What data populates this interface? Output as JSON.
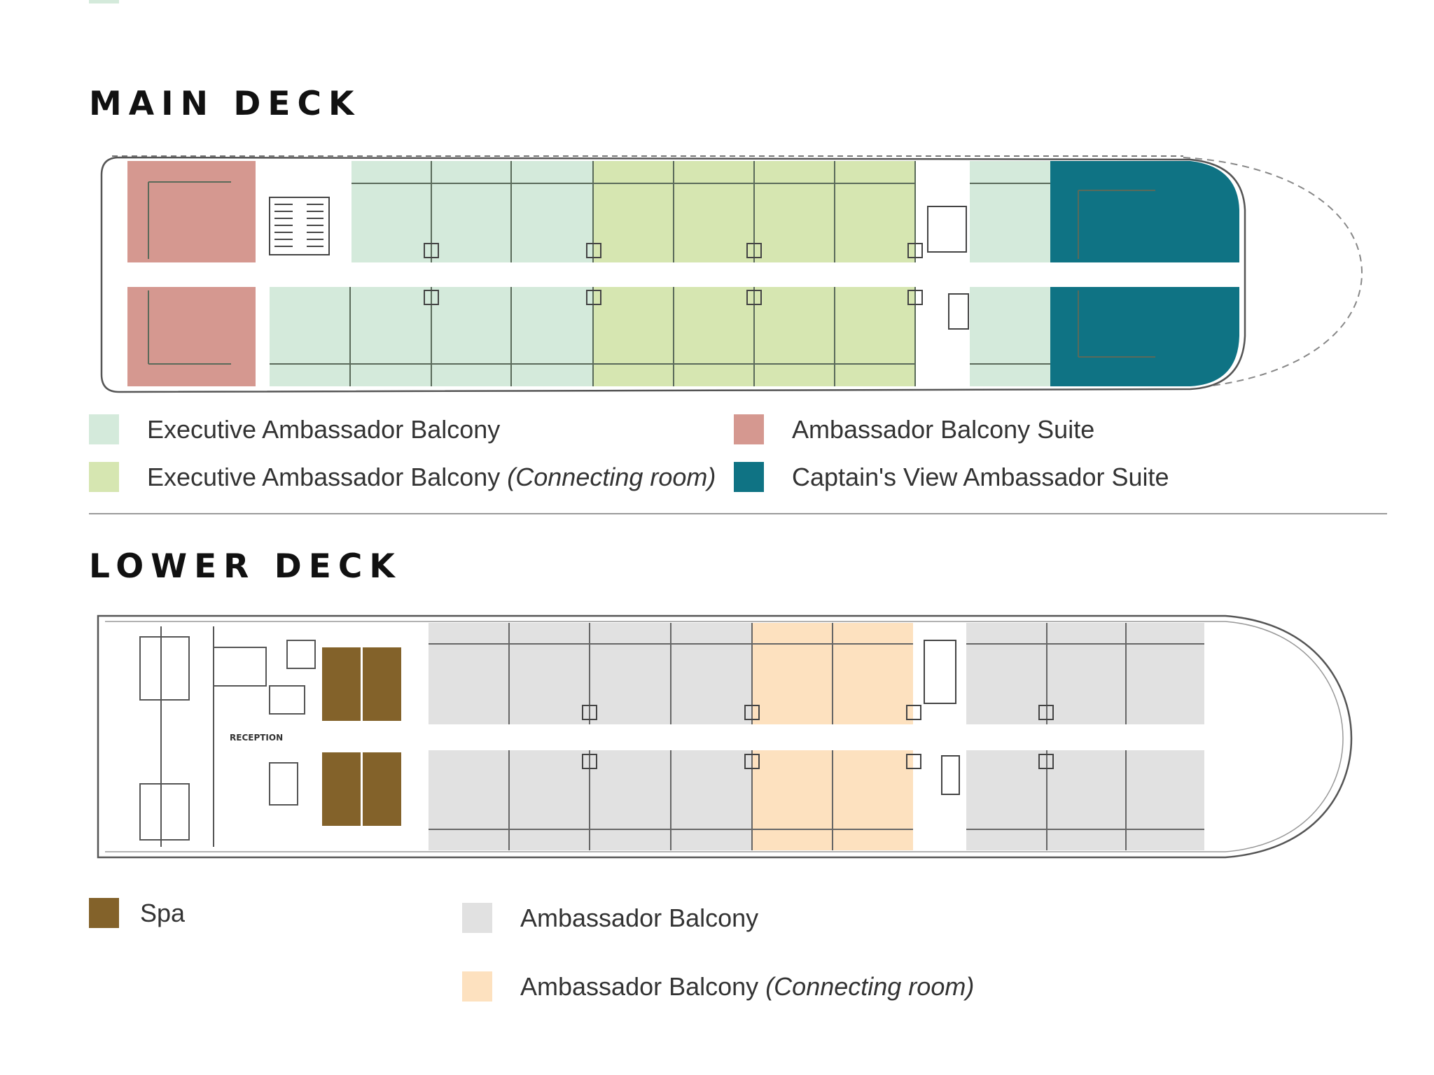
{
  "main_deck": {
    "title": "MAIN DECK",
    "legend": [
      {
        "label": "Executive Ambassador Balcony",
        "note": "",
        "color": "#d4eadb",
        "icon": "swatch-pale-green"
      },
      {
        "label": "Executive Ambassador Balcony",
        "note": "(Connecting room)",
        "color": "#d6e6b1",
        "icon": "swatch-lime-green"
      },
      {
        "label": "Ambassador Balcony Suite",
        "note": "",
        "color": "#d59890",
        "icon": "swatch-salmon"
      },
      {
        "label": "Captain's View Ambassador Suite",
        "note": "",
        "color": "#0f7384",
        "icon": "swatch-teal"
      }
    ]
  },
  "lower_deck": {
    "title": "LOWER DECK",
    "reception_label": "RECEPTION",
    "legend": [
      {
        "label": "Spa",
        "note": "",
        "color": "#83622a",
        "icon": "swatch-brown"
      },
      {
        "label": "Ambassador Balcony",
        "note": "",
        "color": "#e1e1e1",
        "icon": "swatch-gray"
      },
      {
        "label": "Ambassador Balcony",
        "note": "(Connecting room)",
        "color": "#fde1bf",
        "icon": "swatch-peach"
      }
    ]
  }
}
